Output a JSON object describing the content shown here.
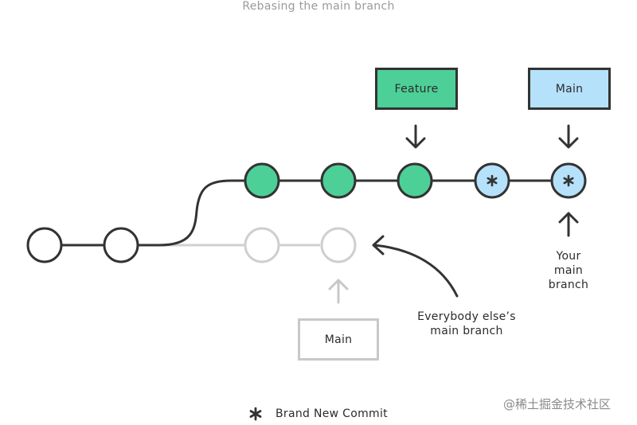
{
  "title": "Rebasing the main branch",
  "branches": {
    "feature_label": "Feature",
    "main_new_label": "Main",
    "main_old_label": "Main"
  },
  "annotations": {
    "your_main_branch": [
      "Your",
      "main",
      "branch"
    ],
    "everybody_else": [
      "Everybody else’s",
      "main branch"
    ]
  },
  "legend": {
    "icon": "asterisk-icon",
    "label": "Brand New Commit"
  },
  "watermark": "@稀土掘金技术社区",
  "colors": {
    "line": "#333333",
    "faded": "#c8c8c8",
    "feature": "#4dcf98",
    "main": "#b5e1fb"
  }
}
